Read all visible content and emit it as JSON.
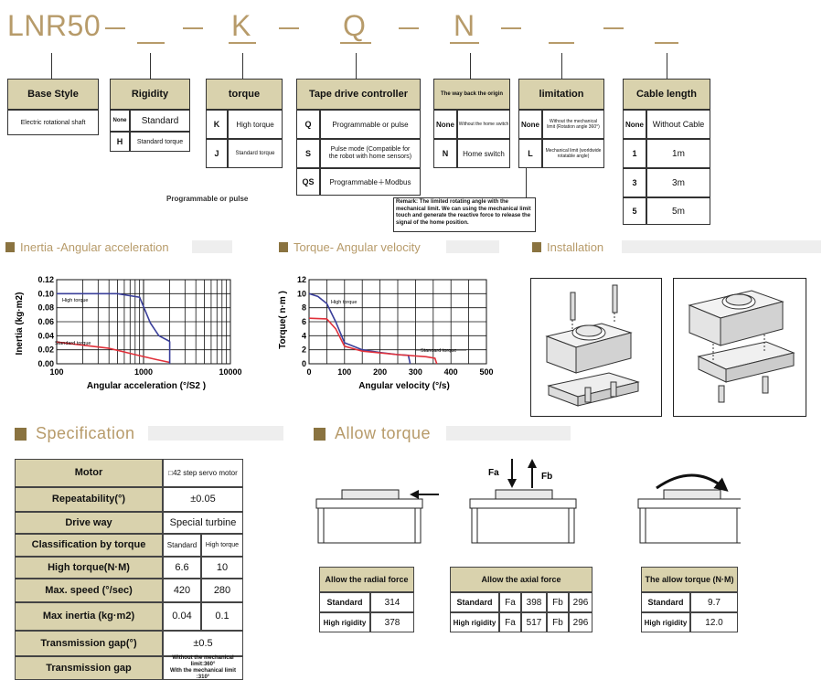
{
  "model_code": {
    "base": "LNR50",
    "codes": [
      "K",
      "Q",
      "N"
    ]
  },
  "options": {
    "base_style": {
      "title": "Base Style",
      "rows": [
        {
          "code": "",
          "label": "Electric rotational shaft"
        }
      ]
    },
    "rigidity": {
      "title": "Rigidity",
      "rows": [
        {
          "code": "None",
          "label": "Standard"
        },
        {
          "code": "H",
          "label": "Standard torque"
        }
      ]
    },
    "torque": {
      "title": "torque",
      "rows": [
        {
          "code": "K",
          "label": "High torque"
        },
        {
          "code": "J",
          "label": "Standard torque"
        }
      ]
    },
    "tape_drive": {
      "title": "Tape drive controller",
      "rows": [
        {
          "code": "Q",
          "label": "Programmable or pulse"
        },
        {
          "code": "S",
          "label": "Pulse mode (Compatible for the robot with home sensors)"
        },
        {
          "code": "QS",
          "label": "Programmable＋Modbus"
        }
      ]
    },
    "way_back": {
      "title": "The way back the origin",
      "rows": [
        {
          "code": "None",
          "label": "Without the home switch"
        },
        {
          "code": "N",
          "label": "Home switch"
        }
      ]
    },
    "limitation": {
      "title": "limitation",
      "rows": [
        {
          "code": "None",
          "label": "Without the mechanical limit (Rotation angle 360°)"
        },
        {
          "code": "L",
          "label": "Mechanical limit (worldwide rotatable angle)"
        }
      ]
    },
    "cable": {
      "title": "Cable length",
      "rows": [
        {
          "code": "None",
          "label": "Without Cable"
        },
        {
          "code": "1",
          "label": "1m"
        },
        {
          "code": "3",
          "label": "3m"
        },
        {
          "code": "5",
          "label": "5m"
        }
      ]
    }
  },
  "note_programmable": "Programmable or pulse",
  "remark": "Remark: The limited rotating angle with the mechanical limit. We can using the mechanical limit touch and generate the reactive force to release the signal of the home position.",
  "sections": {
    "inertia": "Inertia -Angular acceleration",
    "torque_vel": "Torque- Angular velocity",
    "installation": "Installation",
    "specification": "Specification",
    "allow_torque": "Allow torque"
  },
  "chart_data": [
    {
      "type": "line",
      "xlabel": "Angular acceleration  (°/S2 )",
      "ylabel": "Inertia (kg·m2)",
      "x_scale": "log",
      "xlim": [
        100,
        10000
      ],
      "ylim": [
        0,
        0.12
      ],
      "x_ticks": [
        "100",
        "1000",
        "10000"
      ],
      "y_ticks": [
        "0.00",
        "0.02",
        "0.04",
        "0.06",
        "0.08",
        "0.10",
        "0.12"
      ],
      "series": [
        {
          "name": "High torque",
          "color": "#3a3f9a",
          "x": [
            100,
            500,
            900,
            1200,
            1500,
            2000
          ],
          "y": [
            0.1,
            0.1,
            0.095,
            0.058,
            0.04,
            0.032
          ]
        },
        {
          "name": "Standard torque",
          "color": "#e0303a",
          "x": [
            100,
            400,
            800,
            1400,
            2000
          ],
          "y": [
            0.031,
            0.022,
            0.013,
            0.006,
            0.002
          ]
        }
      ]
    },
    {
      "type": "line",
      "xlabel": "Angular velocity (°/s)",
      "ylabel": "Torque( n·m )",
      "xlim": [
        0,
        500
      ],
      "ylim": [
        0,
        12
      ],
      "x_ticks": [
        "0",
        "100",
        "200",
        "300",
        "400",
        "500"
      ],
      "y_ticks": [
        "0",
        "2",
        "4",
        "6",
        "8",
        "10",
        "12"
      ],
      "series": [
        {
          "name": "High torque",
          "color": "#3a3f9a",
          "x": [
            0,
            25,
            50,
            75,
            100,
            150,
            200,
            250,
            280,
            285
          ],
          "y": [
            10,
            9.6,
            8.6,
            6.0,
            3.0,
            2.0,
            1.6,
            1.3,
            1.2,
            0
          ]
        },
        {
          "name": "Standard torque",
          "color": "#e0303a",
          "x": [
            0,
            50,
            75,
            100,
            150,
            250,
            330,
            355,
            360
          ],
          "y": [
            6.5,
            6.4,
            5.0,
            2.5,
            1.8,
            1.3,
            1.0,
            0.8,
            0
          ]
        }
      ]
    }
  ],
  "spec_table": {
    "classification_sub": [
      "Standard",
      "High torque"
    ],
    "rows": [
      {
        "label": "Motor",
        "value": "□42 step servo motor"
      },
      {
        "label": "Repeatability(°)",
        "value": "±0.05"
      },
      {
        "label": "Drive way",
        "value": "Special turbine"
      },
      {
        "label": "Classification by torque",
        "value": ""
      },
      {
        "label": "High torque(N·M)",
        "std": "6.6",
        "high": "10"
      },
      {
        "label": "Max. speed (°/sec)",
        "std": "420",
        "high": "280"
      },
      {
        "label": "Max inertia (kg·m2)",
        "std": "0.04",
        "high": "0.1"
      },
      {
        "label": "Transmission gap(°)",
        "value": "±0.5"
      },
      {
        "label": "Transmission gap",
        "value1": "Without the mechanical limit:360°",
        "value2": "With the mechanical limit :310°"
      }
    ]
  },
  "force_labels": {
    "fa": "Fa",
    "fb": "Fb"
  },
  "radial_table": {
    "title": "Allow the radial force",
    "rows": [
      {
        "label": "Standard",
        "value": "314"
      },
      {
        "label": "High rigidity",
        "value": "378"
      }
    ]
  },
  "axial_table": {
    "title": "Allow the axial force",
    "rows": [
      {
        "label": "Standard",
        "fa": "Fa",
        "fa_v": "398",
        "fb": "Fb",
        "fb_v": "296"
      },
      {
        "label": "High rigidity",
        "fa": "Fa",
        "fa_v": "517",
        "fb": "Fb",
        "fb_v": "296"
      }
    ]
  },
  "allow_torque_table": {
    "title": "The allow torque (N·M)",
    "rows": [
      {
        "label": "Standard",
        "value": "9.7"
      },
      {
        "label": "High rigidity",
        "value": "12.0"
      }
    ]
  }
}
